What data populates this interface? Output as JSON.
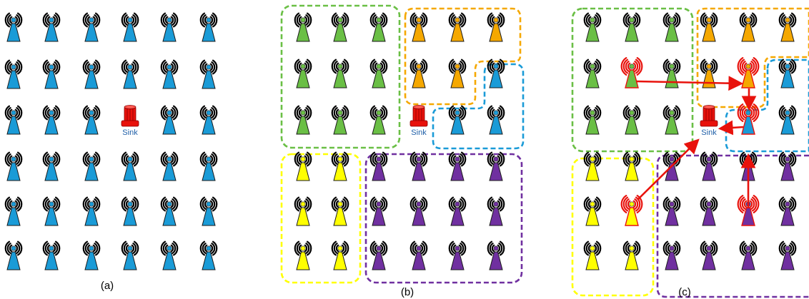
{
  "panels": [
    {
      "id": "a",
      "label": "(a)",
      "sink_label": "Sink",
      "grid": [
        [
          "blue",
          "blue",
          "blue",
          "blue",
          "blue",
          "blue"
        ],
        [
          "blue",
          "blue",
          "blue",
          "blue",
          "blue",
          "blue"
        ],
        [
          "blue",
          "blue",
          "blue",
          "sink",
          "blue",
          "blue"
        ],
        [
          "blue",
          "blue",
          "blue",
          "blue",
          "blue",
          "blue"
        ],
        [
          "blue",
          "blue",
          "blue",
          "blue",
          "blue",
          "blue"
        ],
        [
          "blue",
          "blue",
          "blue",
          "blue",
          "blue",
          "blue"
        ]
      ]
    },
    {
      "id": "b",
      "label": "(b)",
      "sink_label": "Sink",
      "grid": [
        [
          "green",
          "green",
          "green",
          "orange",
          "orange",
          "orange"
        ],
        [
          "green",
          "green",
          "green",
          "orange",
          "orange",
          "blue"
        ],
        [
          "green",
          "green",
          "green",
          "sink",
          "blue",
          "blue"
        ],
        [
          "yellow",
          "yellow",
          "purple",
          "purple",
          "purple",
          "purple"
        ],
        [
          "yellow",
          "yellow",
          "purple",
          "purple",
          "purple",
          "purple"
        ],
        [
          "yellow",
          "yellow",
          "purple",
          "purple",
          "purple",
          "purple"
        ]
      ]
    },
    {
      "id": "c",
      "label": "(c)",
      "sink_label": "Sink",
      "grid": [
        [
          "green",
          "green",
          "green",
          "orange",
          "orange",
          "orange"
        ],
        [
          "green",
          "green",
          "green",
          "orange",
          "orange",
          "blue"
        ],
        [
          "green",
          "green",
          "green",
          "sink",
          "blue",
          "blue"
        ],
        [
          "yellow",
          "yellow",
          "purple",
          "purple",
          "purple",
          "purple"
        ],
        [
          "yellow",
          "yellow",
          "purple",
          "purple",
          "purple",
          "purple"
        ],
        [
          "yellow",
          "yellow",
          "purple",
          "purple",
          "purple",
          "purple"
        ]
      ],
      "cluster_heads": [
        [
          1,
          1
        ],
        [
          1,
          4
        ],
        [
          2,
          4
        ],
        [
          4,
          1
        ],
        [
          4,
          4
        ]
      ]
    }
  ],
  "colors": {
    "blue": "#1a9bd7",
    "green": "#6abf45",
    "orange": "#f5a800",
    "yellow": "#ffff00",
    "purple": "#7030a0",
    "sink": "#e8120c",
    "arrow": "#e8120c",
    "waves": "#000000",
    "cluster_head_waves": "#e8120c"
  },
  "icons": {
    "node": "antenna-tower-icon",
    "sink": "sink-tower-icon"
  }
}
